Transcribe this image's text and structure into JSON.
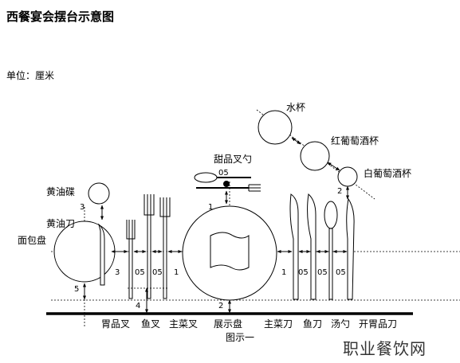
{
  "title": "西餐宴会摆台示意图",
  "unit": "单位：厘米",
  "caption": "图示一",
  "watermark": "职业餐饮网",
  "labels": {
    "water_glass": "水杯",
    "red_wine_glass": "红葡萄酒杯",
    "white_wine_glass": "白葡萄酒杯",
    "dessert_fork_spoon": "甜品叉勺",
    "butter_dish": "黄油碟",
    "butter_knife": "黄油刀",
    "bread_plate": "面包盘"
  },
  "bottom_labels": {
    "appetizer_fork": "胃品叉",
    "fish_fork": "鱼叉",
    "main_fork": "主菜叉",
    "show_plate": "展示盘",
    "main_knife": "主菜刀",
    "fish_knife": "鱼刀",
    "soup_spoon": "汤勺",
    "appetizer_knife": "开胃品刀"
  },
  "dims": {
    "bread_to_fork": "3",
    "fork_gap_1": "05",
    "fork_gap_2": "05",
    "fork_to_plate": "1",
    "plate_to_knife": "1",
    "knife_gap_1": "05",
    "knife_gap_2": "05",
    "knife_gap_3": "05",
    "butter_dish_above": "3",
    "bread_plate_above_edge": "5",
    "fork_above_edge": "4",
    "plate_above_edge": "2",
    "dessert_gap": "05",
    "dessert_to_plate": "1",
    "glass_gap": "2"
  }
}
